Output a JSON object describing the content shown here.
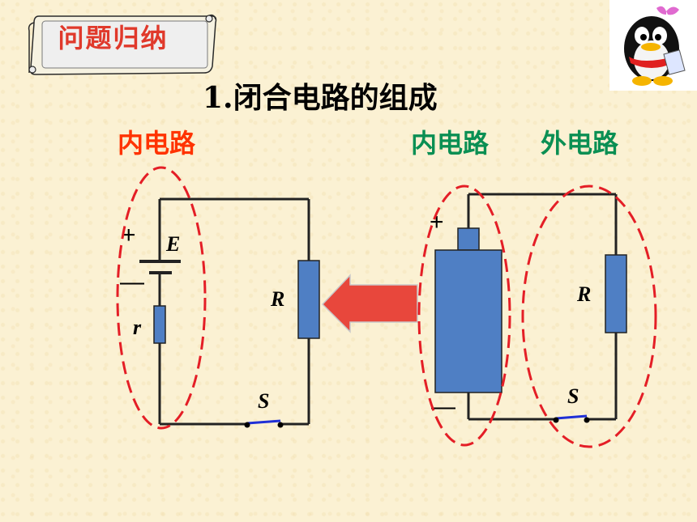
{
  "banner": {
    "text": "问题归纳"
  },
  "heading": "1.闭合电路的组成",
  "captions": {
    "left": "内电路",
    "middle": "内电路",
    "right": "外电路"
  },
  "left_circuit": {
    "emf": "E",
    "internal_resistor": "r",
    "resistor": "R",
    "switch": "S",
    "plus": "+",
    "minus": "—"
  },
  "right_circuit": {
    "resistor": "R",
    "switch": "S",
    "plus": "+",
    "minus": "—"
  },
  "colors": {
    "background": "#fbf1d3",
    "banner_text": "#e0392b",
    "inner_caption_left": "#ff3300",
    "green_caption": "#0a8f53",
    "component_fill": "#4f7fc4",
    "dashed_ellipse": "#e41e26",
    "arrow": "#e8473c",
    "switch": "#1f2fd6"
  },
  "icons": {
    "mascot": "penguin-mascot-icon",
    "arrow": "left-arrow-icon",
    "banner": "scroll-banner-icon"
  }
}
